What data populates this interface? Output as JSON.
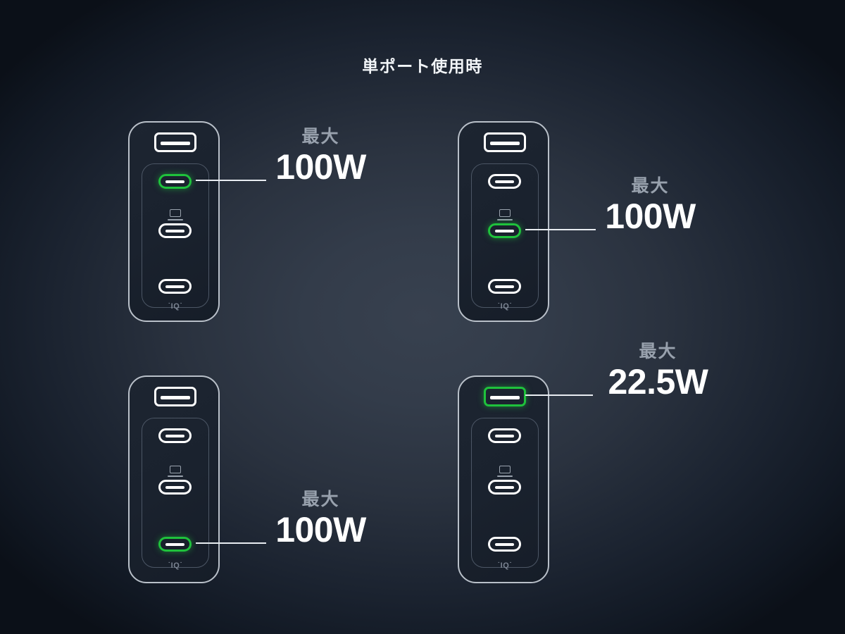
{
  "title": "単ポート使用時",
  "colors": {
    "accent_green": "#1fc23c",
    "port_white": "#ffffff",
    "caption_gray": "#98a1ad",
    "body_outline": "#b9c0c9",
    "background_center": "#38414f",
    "background_edge": "#0b1018"
  },
  "branding": {
    "iq_mark": "˙IQ˙"
  },
  "cards": [
    {
      "id": "card-top-left",
      "active_port": "usb-c-1",
      "ports": [
        {
          "type": "usb-a",
          "label": "USB-A",
          "active": false
        },
        {
          "type": "usb-c",
          "label": "USB-C 1",
          "active": true
        },
        {
          "type": "usb-c",
          "label": "USB-C 2",
          "active": false,
          "laptop_icon": true
        },
        {
          "type": "usb-c",
          "label": "USB-C 3",
          "active": false
        }
      ],
      "callout": {
        "caption": "最大",
        "value": "100W"
      }
    },
    {
      "id": "card-top-right",
      "active_port": "usb-c-2",
      "ports": [
        {
          "type": "usb-a",
          "label": "USB-A",
          "active": false
        },
        {
          "type": "usb-c",
          "label": "USB-C 1",
          "active": false
        },
        {
          "type": "usb-c",
          "label": "USB-C 2",
          "active": true,
          "laptop_icon": true
        },
        {
          "type": "usb-c",
          "label": "USB-C 3",
          "active": false
        }
      ],
      "callout": {
        "caption": "最大",
        "value": "100W"
      }
    },
    {
      "id": "card-bottom-left",
      "active_port": "usb-c-3",
      "ports": [
        {
          "type": "usb-a",
          "label": "USB-A",
          "active": false
        },
        {
          "type": "usb-c",
          "label": "USB-C 1",
          "active": false
        },
        {
          "type": "usb-c",
          "label": "USB-C 2",
          "active": false,
          "laptop_icon": true
        },
        {
          "type": "usb-c",
          "label": "USB-C 3",
          "active": true
        }
      ],
      "callout": {
        "caption": "最大",
        "value": "100W"
      }
    },
    {
      "id": "card-bottom-right",
      "active_port": "usb-a",
      "ports": [
        {
          "type": "usb-a",
          "label": "USB-A",
          "active": true
        },
        {
          "type": "usb-c",
          "label": "USB-C 1",
          "active": false
        },
        {
          "type": "usb-c",
          "label": "USB-C 2",
          "active": false,
          "laptop_icon": true
        },
        {
          "type": "usb-c",
          "label": "USB-C 3",
          "active": false
        }
      ],
      "callout": {
        "caption": "最大",
        "value": "22.5W"
      }
    }
  ]
}
